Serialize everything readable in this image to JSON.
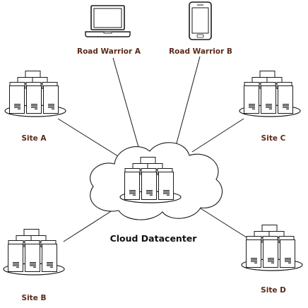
{
  "diagram": {
    "nodes": [
      {
        "id": "road-warrior-a",
        "label": "Road Warrior A",
        "kind": "laptop"
      },
      {
        "id": "road-warrior-b",
        "label": "Road Warrior B",
        "kind": "phone"
      },
      {
        "id": "site-a",
        "label": "Site A",
        "kind": "server-cluster"
      },
      {
        "id": "site-b",
        "label": "Site B",
        "kind": "server-cluster"
      },
      {
        "id": "site-c",
        "label": "Site C",
        "kind": "server-cluster"
      },
      {
        "id": "site-d",
        "label": "Site D",
        "kind": "server-cluster"
      },
      {
        "id": "cloud-datacenter",
        "label": "Cloud Datacenter",
        "kind": "cloud"
      }
    ],
    "edges": [
      {
        "from": "road-warrior-a",
        "to": "cloud-datacenter"
      },
      {
        "from": "road-warrior-b",
        "to": "cloud-datacenter"
      },
      {
        "from": "site-a",
        "to": "cloud-datacenter"
      },
      {
        "from": "site-b",
        "to": "cloud-datacenter"
      },
      {
        "from": "site-c",
        "to": "cloud-datacenter"
      },
      {
        "from": "site-d",
        "to": "cloud-datacenter"
      }
    ]
  },
  "colors": {
    "line": "#1a1a1a",
    "label": "#5a2a18",
    "fill": "#ffffff"
  }
}
